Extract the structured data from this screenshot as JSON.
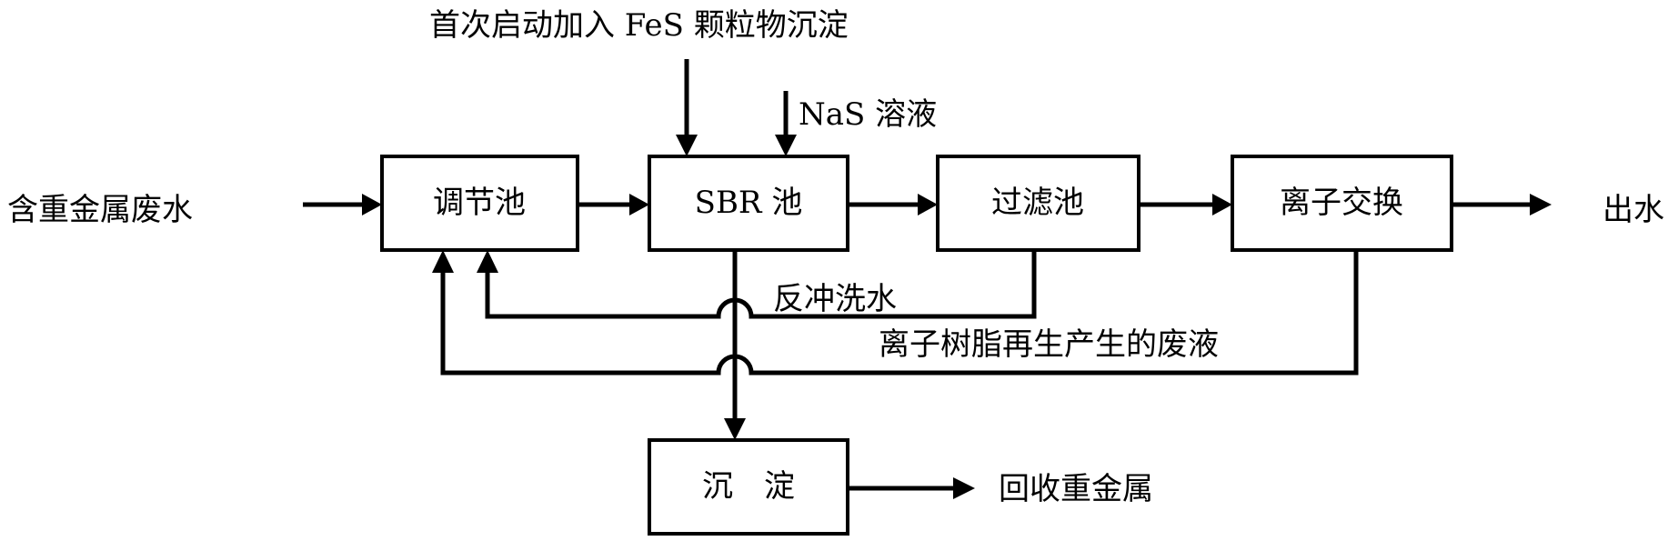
{
  "inputs": {
    "top_input": "首次启动加入 FeS 颗粒物沉淀",
    "nas_input": "NaS 溶液",
    "wastewater": "含重金属废水"
  },
  "nodes": {
    "regulating": "调节池",
    "sbr": "SBR 池",
    "filter": "过滤池",
    "ion_exchange": "离子交换",
    "sedimentation": "沉　淀"
  },
  "outputs": {
    "effluent": "出水",
    "recovery": "回收重金属"
  },
  "flows": {
    "backwash": "反冲洗水",
    "regeneration_waste": "离子树脂再生产生的废液"
  }
}
